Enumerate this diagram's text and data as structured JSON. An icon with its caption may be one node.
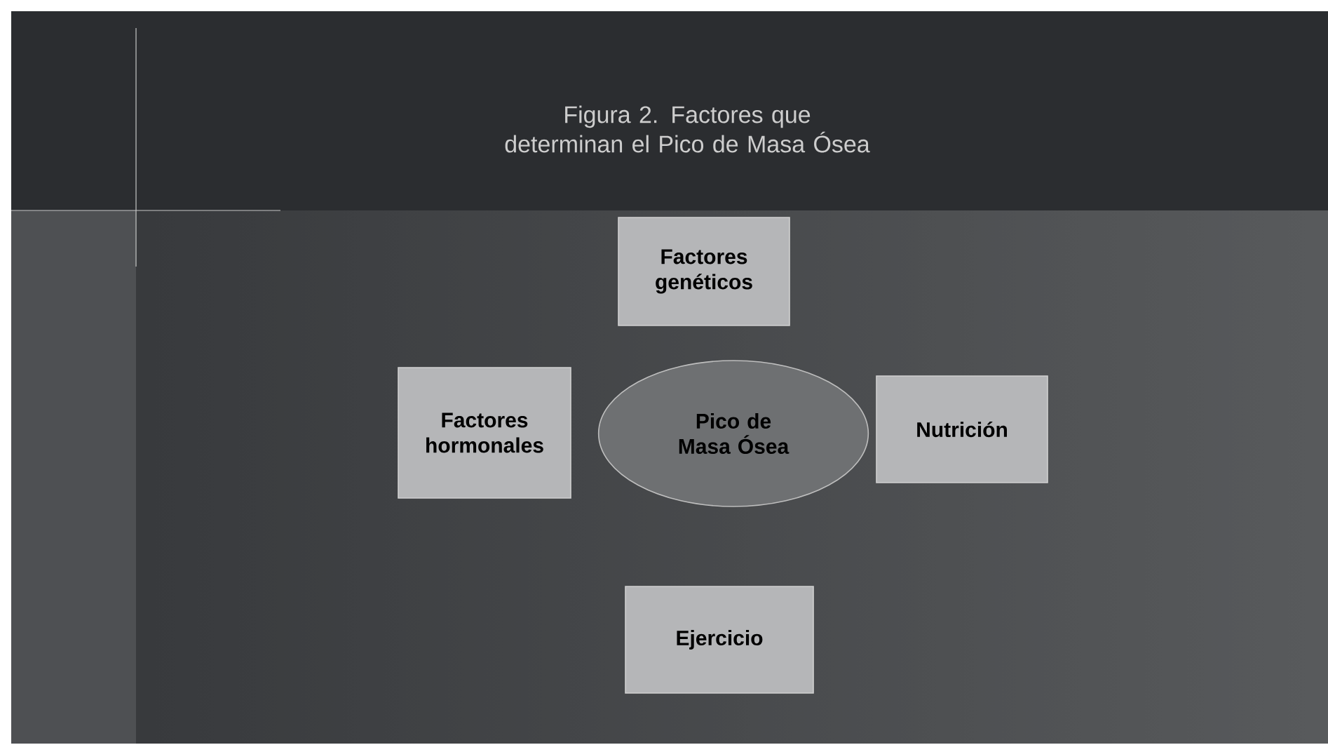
{
  "diagram": {
    "title": "Figura 2. Factores que determinan el Pico de Masa Ósea",
    "nodes": [
      {
        "text": [
          "Factores genéticos"
        ]
      },
      {
        "text": [
          "Factores hormonales"
        ]
      },
      {
        "text": [
          "Pico de Masa Ósea"
        ]
      },
      {
        "text": [
          "Nutrición"
        ]
      },
      {
        "text": [
          "Ejercicio"
        ]
      }
    ]
  }
}
